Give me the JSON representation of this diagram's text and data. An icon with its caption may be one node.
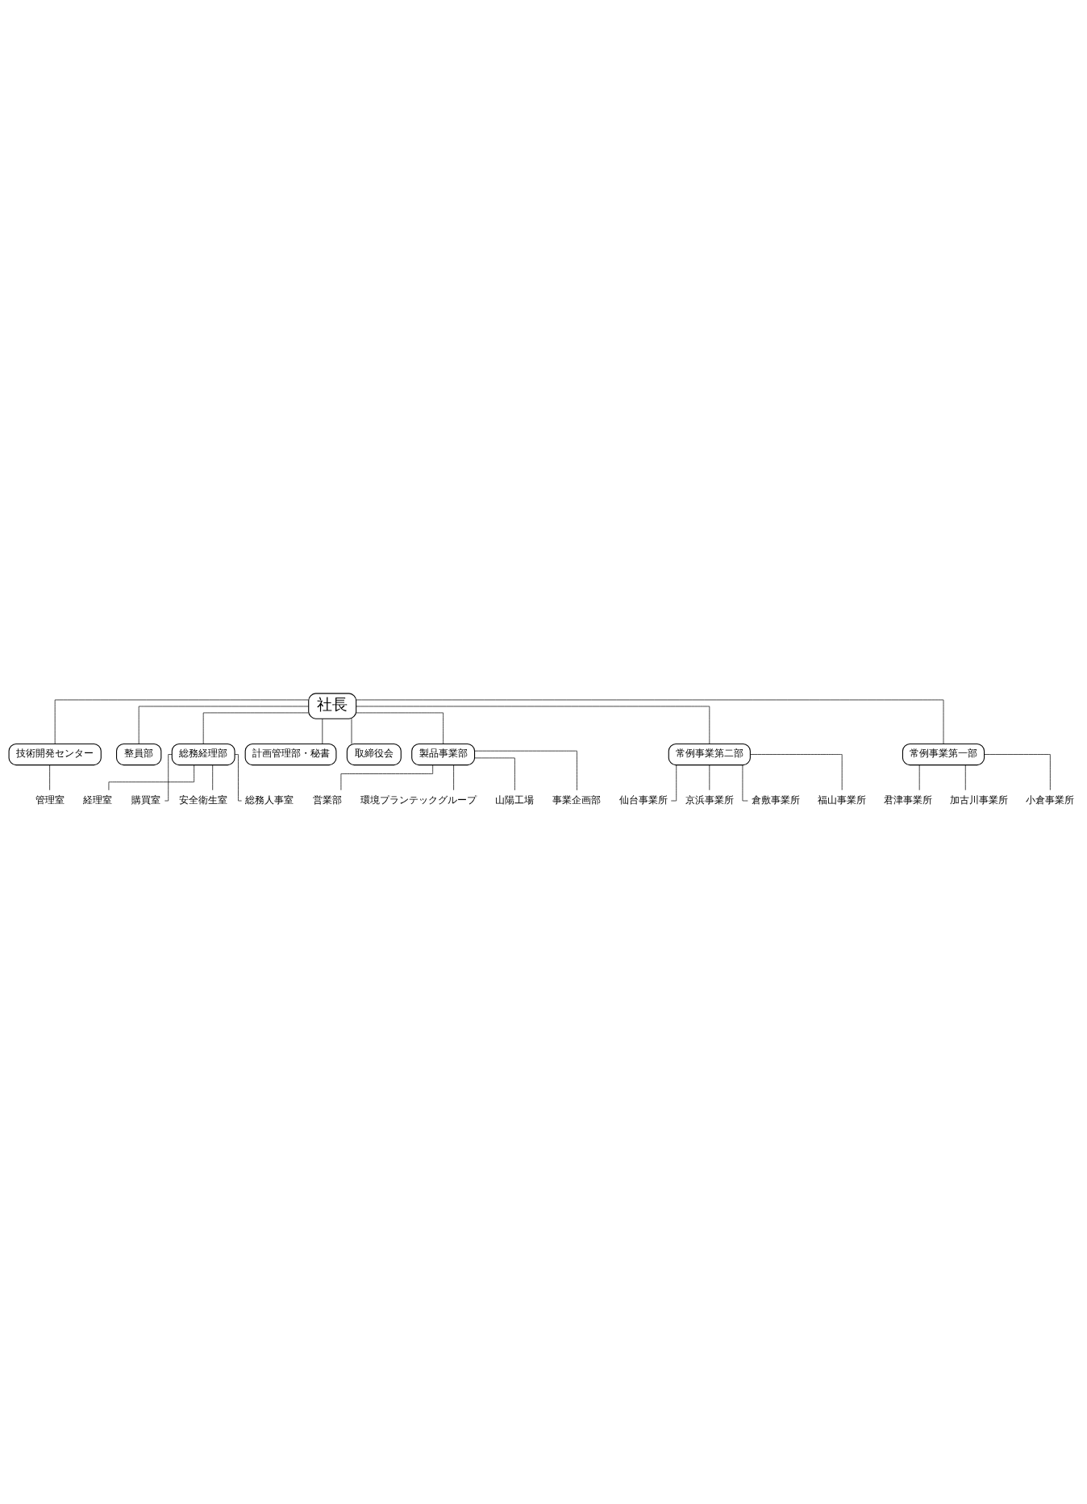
{
  "diagram": {
    "nodes": [
      {
        "text": [
          "社長"
        ]
      },
      {
        "text": [
          "技術開発センター"
        ]
      },
      {
        "text": [
          "整員部"
        ]
      },
      {
        "text": [
          "総務経理部"
        ]
      },
      {
        "text": [
          "計画管理部・秘書"
        ]
      },
      {
        "text": [
          "取締役会"
        ]
      },
      {
        "text": [
          "管理室"
        ]
      },
      {
        "text": [
          "経理室"
        ]
      },
      {
        "text": [
          "購買室"
        ]
      },
      {
        "text": [
          "安全衛生室"
        ]
      },
      {
        "text": [
          "総務人事室"
        ]
      },
      {
        "text": [
          "製品事業部"
        ]
      },
      {
        "text": [
          "常例事業第二部"
        ]
      },
      {
        "text": [
          "常例事業第一部"
        ]
      },
      {
        "text": [
          "営業部"
        ]
      },
      {
        "text": [
          "環境プランテックグループ"
        ]
      },
      {
        "text": [
          "山陽工場"
        ]
      },
      {
        "text": [
          "事業企画部"
        ]
      },
      {
        "text": [
          "仙台事業所"
        ]
      },
      {
        "text": [
          "京浜事業所"
        ]
      },
      {
        "text": [
          "倉敷事業所"
        ]
      },
      {
        "text": [
          "福山事業所"
        ]
      },
      {
        "text": [
          "君津事業所"
        ]
      },
      {
        "text": [
          "加古川事業所"
        ]
      },
      {
        "text": [
          "小倉事業所"
        ]
      }
    ],
    "edges": [
      {
        "from": 0,
        "to": 1,
        "arrow": "none"
      },
      {
        "from": 0,
        "to": 2,
        "arrow": "none"
      },
      {
        "from": 0,
        "to": 3,
        "arrow": "none"
      },
      {
        "from": 0,
        "to": 4,
        "arrow": "none"
      },
      {
        "from": 0,
        "to": 5,
        "arrow": "none"
      },
      {
        "from": 0,
        "to": 11,
        "arrow": "none"
      },
      {
        "from": 0,
        "to": 12,
        "arrow": "none"
      },
      {
        "from": 0,
        "to": 13,
        "arrow": "none"
      },
      {
        "from": 1,
        "to": 6,
        "arrow": "none"
      },
      {
        "from": 3,
        "to": 7,
        "arrow": "none"
      },
      {
        "from": 3,
        "to": 8,
        "arrow": "none"
      },
      {
        "from": 3,
        "to": 9,
        "arrow": "none"
      },
      {
        "from": 3,
        "to": 10,
        "arrow": "none"
      },
      {
        "from": 11,
        "to": 14,
        "arrow": "none"
      },
      {
        "from": 11,
        "to": 15,
        "arrow": "none"
      },
      {
        "from": 11,
        "to": 16,
        "arrow": "none"
      },
      {
        "from": 11,
        "to": 17,
        "arrow": "none"
      },
      {
        "from": 12,
        "to": 18,
        "arrow": "none"
      },
      {
        "from": 12,
        "to": 19,
        "arrow": "none"
      },
      {
        "from": 12,
        "to": 20,
        "arrow": "none"
      },
      {
        "from": 12,
        "to": 21,
        "arrow": "none"
      },
      {
        "from": 13,
        "to": 22,
        "arrow": "none"
      },
      {
        "from": 13,
        "to": 23,
        "arrow": "none"
      },
      {
        "from": 13,
        "to": 24,
        "arrow": "none"
      }
    ]
  }
}
